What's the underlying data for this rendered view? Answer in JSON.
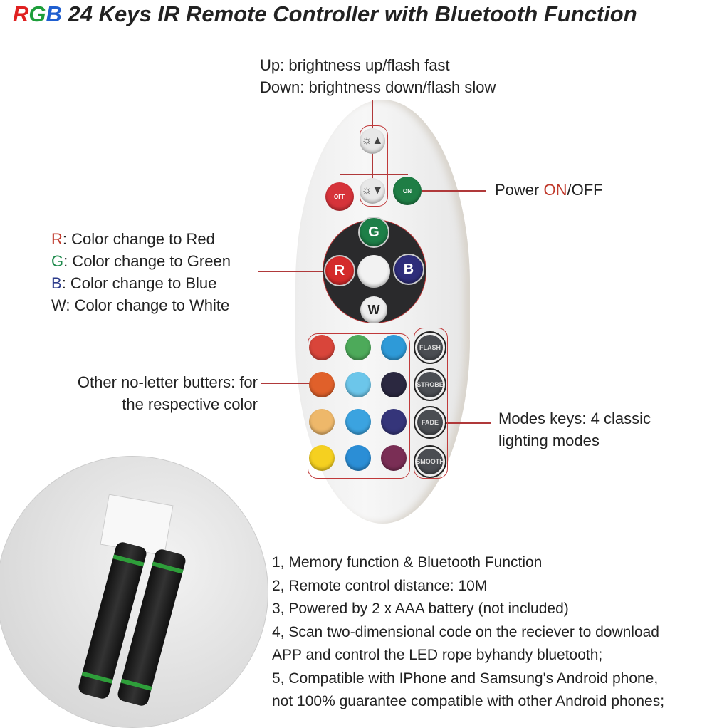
{
  "title": {
    "rgb_r": "R",
    "rgb_g": "G",
    "rgb_b": "B",
    "rest": " 24 Keys IR Remote Controller with Bluetooth Function"
  },
  "brightness": {
    "up": "Up: brightness up/flash fast",
    "down": "Down: brightness down/flash slow"
  },
  "power": {
    "prefix": "Power ",
    "on": "ON",
    "suffix": "/OFF"
  },
  "rgbw": [
    {
      "letter": "R",
      "text": ": Color change to Red",
      "color": "#c0392b"
    },
    {
      "letter": "G",
      "text": ": Color change to Green",
      "color": "#1e8a4c"
    },
    {
      "letter": "B",
      "text": ": Color change to Blue",
      "color": "#2b3a8a"
    },
    {
      "letter": "W",
      "text": ": Color change to White",
      "color": "#222222"
    }
  ],
  "other": {
    "line1": "Other no-letter butters: for",
    "line2": "the respective color"
  },
  "modes_label": {
    "line1": "Modes keys: 4 classic",
    "line2": "lighting modes"
  },
  "remote": {
    "off": "OFF",
    "on": "ON",
    "g": "G",
    "r": "R",
    "b": "B",
    "w": "W",
    "modes": [
      "FLASH",
      "STROBE",
      "FADE",
      "SMOOTH"
    ],
    "colors": [
      [
        "#d9453a",
        "#4daa5a",
        "#2e9ad8"
      ],
      [
        "#e0602a",
        "#6cc6ea",
        "#2b2840"
      ],
      [
        "#eeb86a",
        "#3ba3e0",
        "#35357a"
      ],
      [
        "#f5d020",
        "#2b8ed6",
        "#7a2e55"
      ]
    ]
  },
  "features": [
    "1, Memory function & Bluetooth Function",
    "2, Remote control distance: 10M",
    "3, Powered by 2 x AAA battery (not included)",
    "4, Scan two-dimensional code on the reciever to download",
    "APP and control the LED rope byhandy bluetooth;",
    "5, Compatible with IPhone and Samsung's Android phone,",
    "not 100% guarantee compatible with other Android phones;"
  ]
}
